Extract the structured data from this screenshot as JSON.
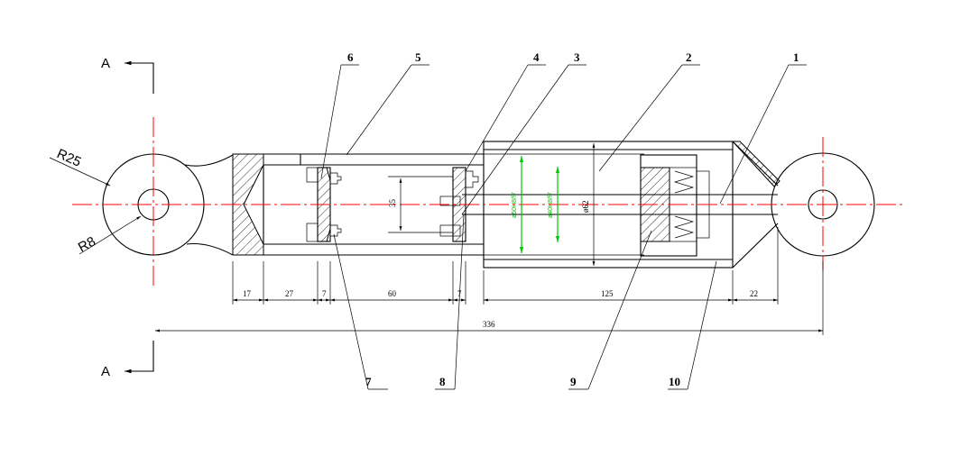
{
  "section": {
    "letter_top": "A",
    "letter_bottom": "A"
  },
  "radii": {
    "outer": "R25",
    "inner": "R8"
  },
  "part_labels": {
    "p1": "1",
    "p2": "2",
    "p3": "3",
    "p4": "4",
    "p5": "5",
    "p6": "6",
    "p7": "7",
    "p8": "8",
    "p9": "9",
    "p10": "10"
  },
  "dimensions": {
    "d17": "17",
    "d27": "27",
    "d7a": "7",
    "d60": "60",
    "d7b": "7",
    "d125": "125",
    "d22": "22",
    "overall": "336",
    "inner_bore": "35",
    "dia62": "ø62",
    "fit1": "ø50H8/f7",
    "fit2": "ø40H8/f7"
  },
  "colors": {
    "centerline": "#ff0000",
    "fit_dims": "#00c800"
  }
}
